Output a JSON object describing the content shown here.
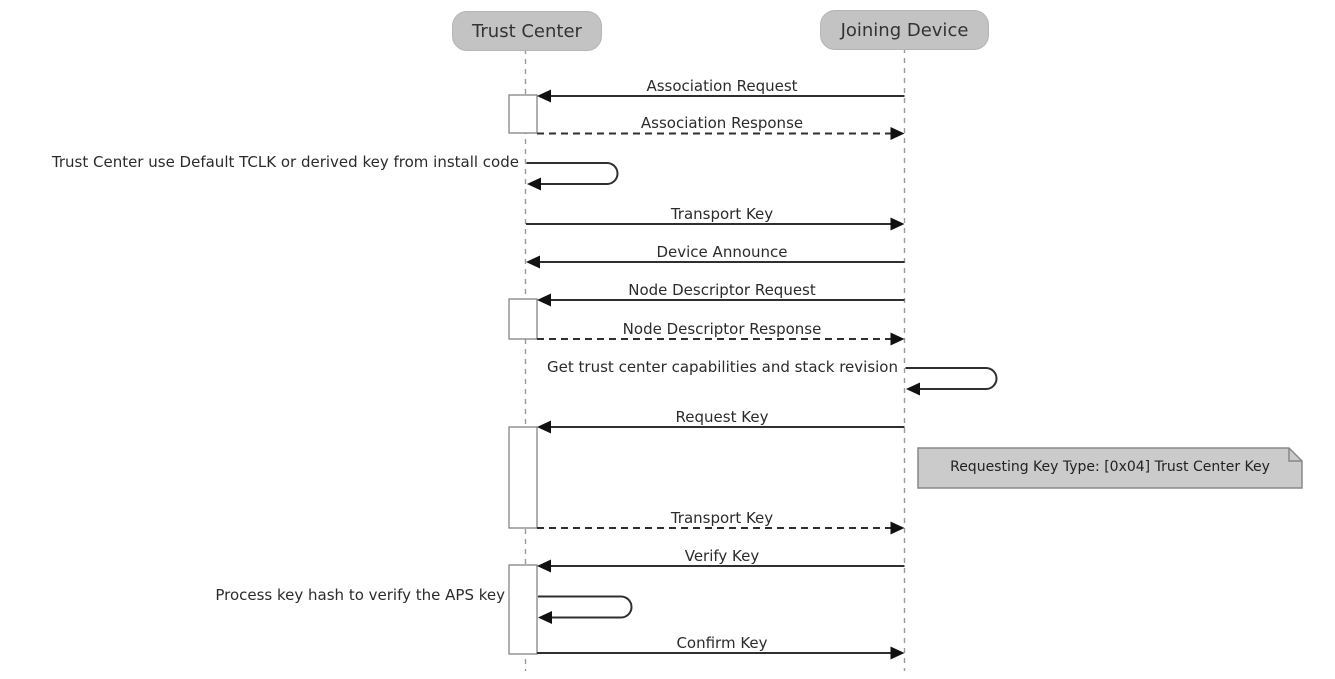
{
  "diagram": {
    "type": "uml-sequence",
    "participants": [
      {
        "id": "trust-center",
        "label": "Trust Center"
      },
      {
        "id": "joining-device",
        "label": "Joining Device"
      }
    ],
    "messages": [
      {
        "label": "Association Request",
        "from": "joining-device",
        "to": "trust-center",
        "line": "solid"
      },
      {
        "label": "Association Response",
        "from": "trust-center",
        "to": "joining-device",
        "line": "dashed"
      },
      {
        "label": "Trust Center use Default TCLK or derived key from install code",
        "type": "self",
        "on": "trust-center"
      },
      {
        "label": "Transport Key",
        "from": "trust-center",
        "to": "joining-device",
        "line": "solid"
      },
      {
        "label": "Device Announce",
        "from": "joining-device",
        "to": "trust-center",
        "line": "solid"
      },
      {
        "label": "Node Descriptor Request",
        "from": "joining-device",
        "to": "trust-center",
        "line": "solid"
      },
      {
        "label": "Node Descriptor Response",
        "from": "trust-center",
        "to": "joining-device",
        "line": "dashed"
      },
      {
        "label": "Get trust center capabilities and stack revision",
        "type": "self",
        "on": "joining-device"
      },
      {
        "label": "Request Key",
        "from": "joining-device",
        "to": "trust-center",
        "line": "solid"
      },
      {
        "label": "Transport Key",
        "from": "trust-center",
        "to": "joining-device",
        "line": "dashed"
      },
      {
        "label": "Verify Key",
        "from": "joining-device",
        "to": "trust-center",
        "line": "solid"
      },
      {
        "label": "Process key hash to verify the APS key",
        "type": "self",
        "on": "trust-center"
      },
      {
        "label": "Confirm Key",
        "from": "trust-center",
        "to": "joining-device",
        "line": "solid"
      }
    ],
    "notes": [
      {
        "label": "Requesting Key Type: [0x04] Trust Center Key",
        "attached_to": "joining-device",
        "side": "right"
      }
    ],
    "colors": {
      "participant_fill": "#c3c3c3",
      "note_fill": "#cbcbcb",
      "note_border": "#888888",
      "message_line": "#2f2f2f",
      "lifeline": "#9a9a9a",
      "activation_fill": "#ffffff",
      "activation_border": "#7a7a7a",
      "text": "#2b2b2b"
    }
  }
}
